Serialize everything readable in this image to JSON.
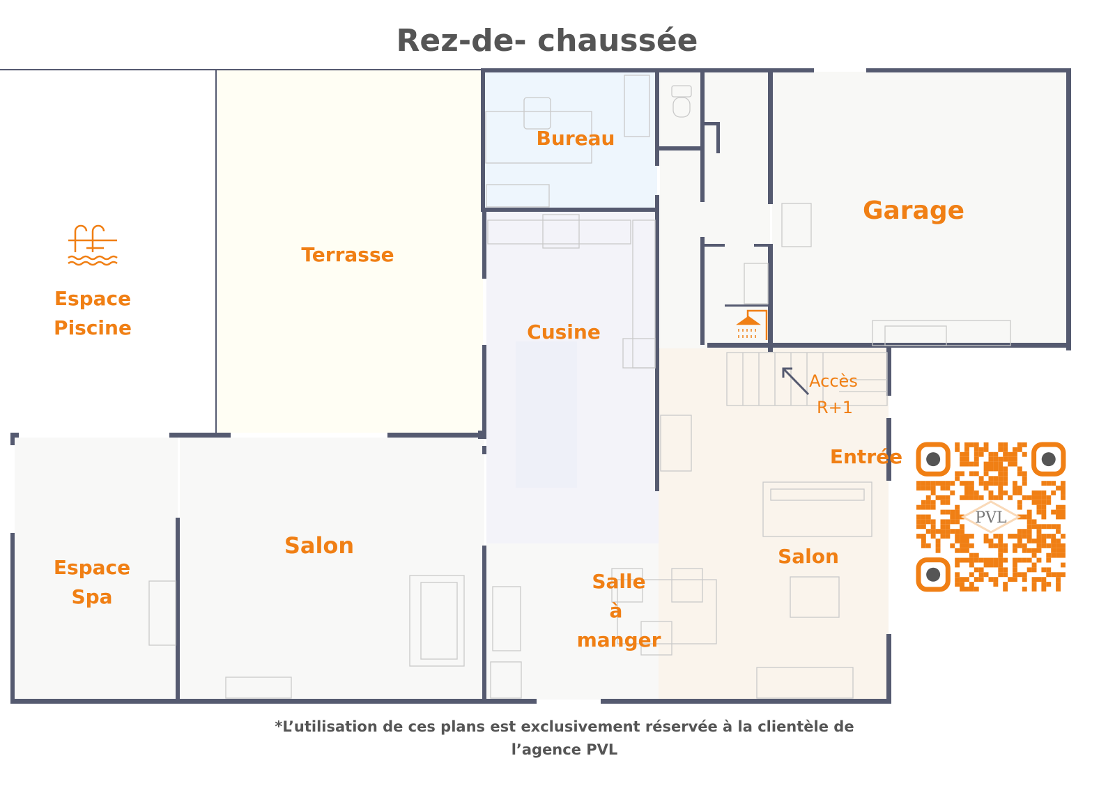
{
  "title": "Rez-de- chaussée",
  "rooms": {
    "piscine": [
      "Espace",
      "Piscine"
    ],
    "terrasse": "Terrasse",
    "bureau": "Bureau",
    "garage": "Garage",
    "cuisine": "Cusine",
    "acces": [
      "Accès",
      "R+1"
    ],
    "entree": "Entrée",
    "salon_left": "Salon",
    "salon_right": "Salon",
    "spa": [
      "Espace",
      "Spa"
    ],
    "salle": [
      "Salle",
      "à",
      "manger"
    ]
  },
  "qr": {
    "logo_text": "PVL"
  },
  "footer": [
    "*L’utilisation de ces plans est exclusivement réservée à la clientèle de",
    "l’agence PVL"
  ],
  "colors": {
    "wall": "#555a70",
    "accent": "#f07f14"
  }
}
